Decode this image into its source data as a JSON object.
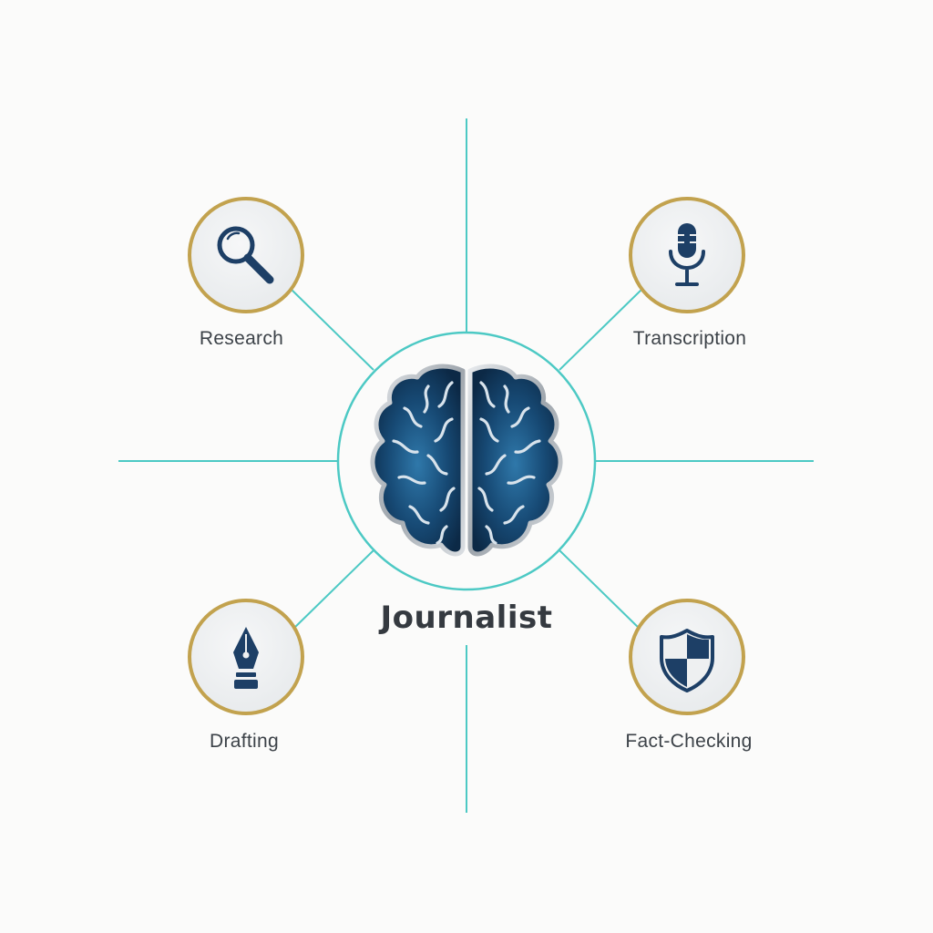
{
  "colors": {
    "background": "#fbfbfa",
    "connector": "#4cc9c4",
    "node_ring": "#c2a24e",
    "node_fill": "#eef0f1",
    "icon": "#1d3f66",
    "brain_dark": "#0e2c4c",
    "brain_mid": "#2a6a9a",
    "brain_outline": "#b8bdc2",
    "text": "#3c4248"
  },
  "center": {
    "label": "Journalist",
    "icon": "brain-icon"
  },
  "nodes": [
    {
      "id": "research",
      "label": "Research",
      "icon": "magnifying-glass-icon"
    },
    {
      "id": "transcription",
      "label": "Transcription",
      "icon": "microphone-icon"
    },
    {
      "id": "drafting",
      "label": "Drafting",
      "icon": "fountain-pen-icon"
    },
    {
      "id": "fact-checking",
      "label": "Fact-Checking",
      "icon": "shield-icon"
    }
  ]
}
